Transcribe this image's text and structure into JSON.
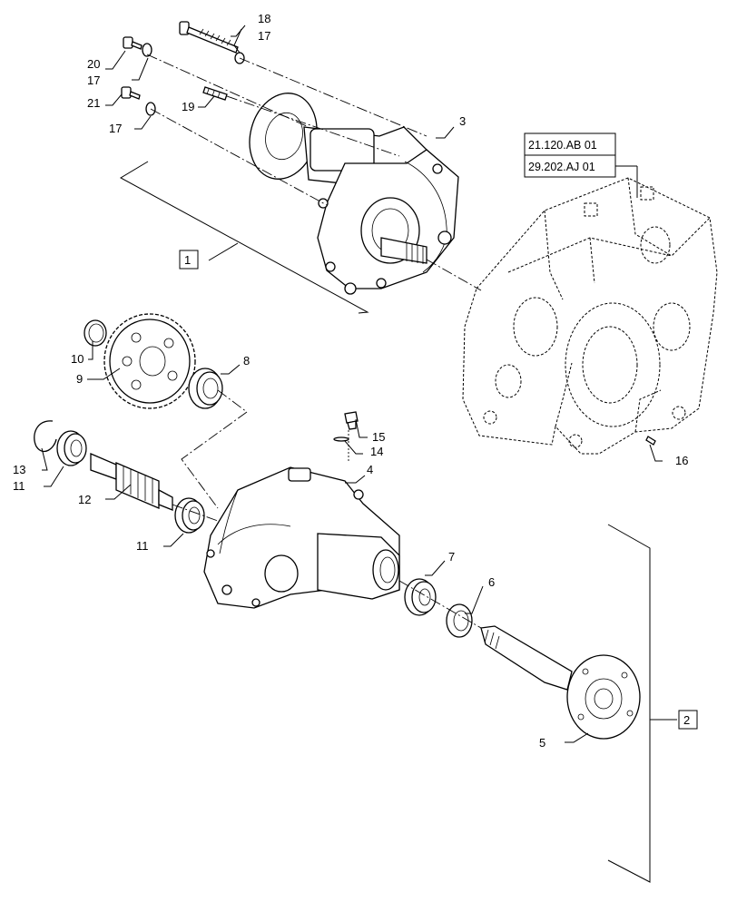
{
  "diagram": {
    "callouts": [
      "1",
      "2",
      "3",
      "4",
      "5",
      "6",
      "7",
      "8",
      "9",
      "10",
      "11",
      "11",
      "12",
      "13",
      "14",
      "15",
      "16",
      "17",
      "17",
      "17",
      "18",
      "19",
      "20",
      "21"
    ],
    "references": [
      "21.120.AB 01",
      "29.202.AJ 01"
    ],
    "group_labels": [
      "1",
      "2"
    ]
  }
}
